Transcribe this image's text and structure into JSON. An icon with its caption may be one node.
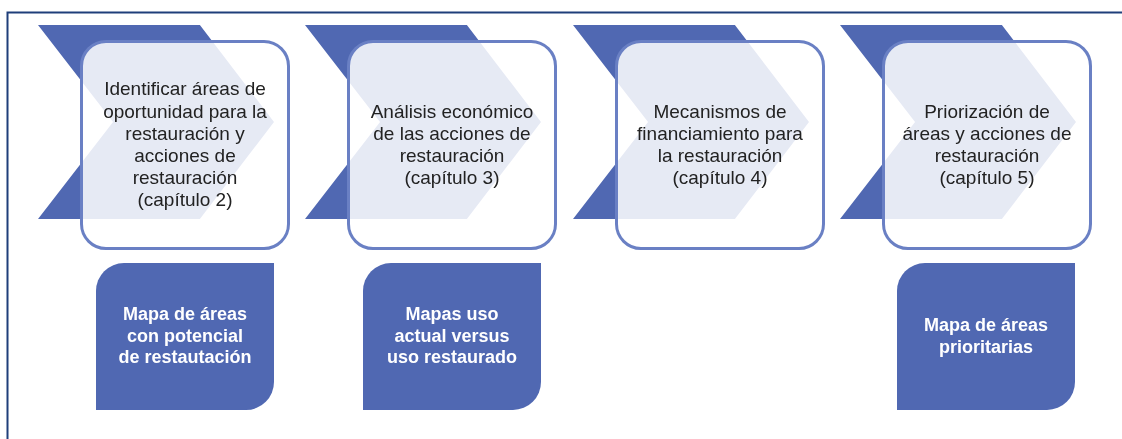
{
  "diagram": {
    "nodes": [
      {
        "text": [],
        "shape": "chevron"
      },
      {
        "text": [
          "Identificar áreas de oportunidad para la restauración y acciones de restauración (capítulo 2)"
        ]
      },
      {
        "text": [],
        "shape": "chevron"
      },
      {
        "text": [
          "Análisis económico de las acciones de restauración (capítulo 3)"
        ]
      },
      {
        "text": [],
        "shape": "chevron"
      },
      {
        "text": [
          "Mecanismos de financiamiento para la restauración (capítulo 4)"
        ]
      },
      {
        "text": [],
        "shape": "chevron"
      },
      {
        "text": [
          "Priorización de áreas y acciones de restauración (capítulo 5)"
        ]
      },
      {
        "text": [
          "Mapa de áreas con potencial de restautación"
        ]
      },
      {
        "text": [
          "Mapas uso actual versus uso restaurado"
        ]
      },
      {
        "text": [
          "Mapa de áreas prioritarias"
        ]
      }
    ]
  }
}
